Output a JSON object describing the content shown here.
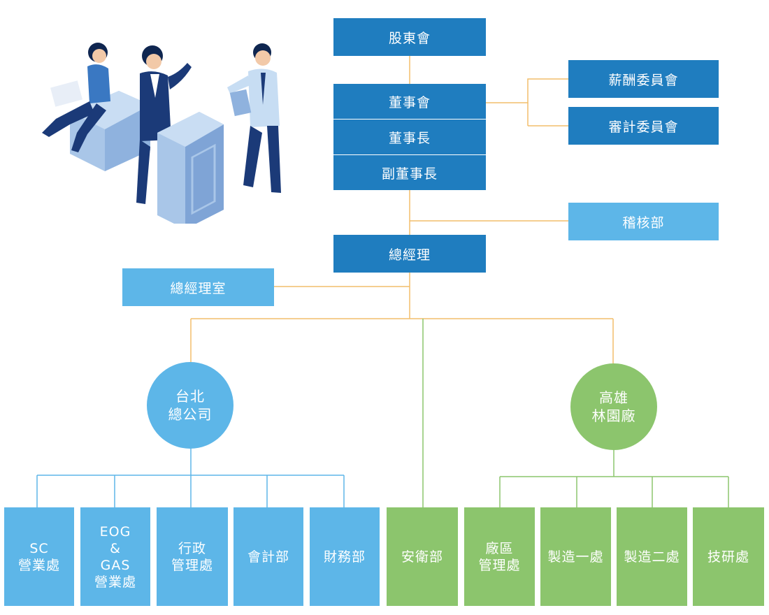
{
  "board": {
    "shareholders": "股東會",
    "directors": "董事會",
    "chairman": "董事長",
    "vice_chairman": "副董事長"
  },
  "committees": {
    "remuneration": "薪酬委員會",
    "audit": "審計委員會"
  },
  "internal_audit": "稽核部",
  "general_manager": "總經理",
  "gm_office": "總經理室",
  "safety": "安衛部",
  "taipei": {
    "line1": "台北",
    "line2": "總公司",
    "units": [
      [
        "SC",
        "營業處"
      ],
      [
        "EOG",
        "&",
        "GAS",
        "營業處"
      ],
      [
        "行政",
        "管理處"
      ],
      [
        "會計部"
      ],
      [
        "財務部"
      ]
    ]
  },
  "kaohsiung": {
    "line1": "高雄",
    "line2": "林園廠",
    "units": [
      [
        "廠區",
        "管理處"
      ],
      [
        "製造一處"
      ],
      [
        "製造二處"
      ],
      [
        "技研處"
      ]
    ]
  },
  "colors": {
    "dark_blue": "#1f7dbf",
    "light_blue": "#5db6e8",
    "green": "#8cc56d",
    "connector_orange": "#f2be6b",
    "connector_blue": "#5db6e8",
    "connector_green": "#8cc56d"
  }
}
